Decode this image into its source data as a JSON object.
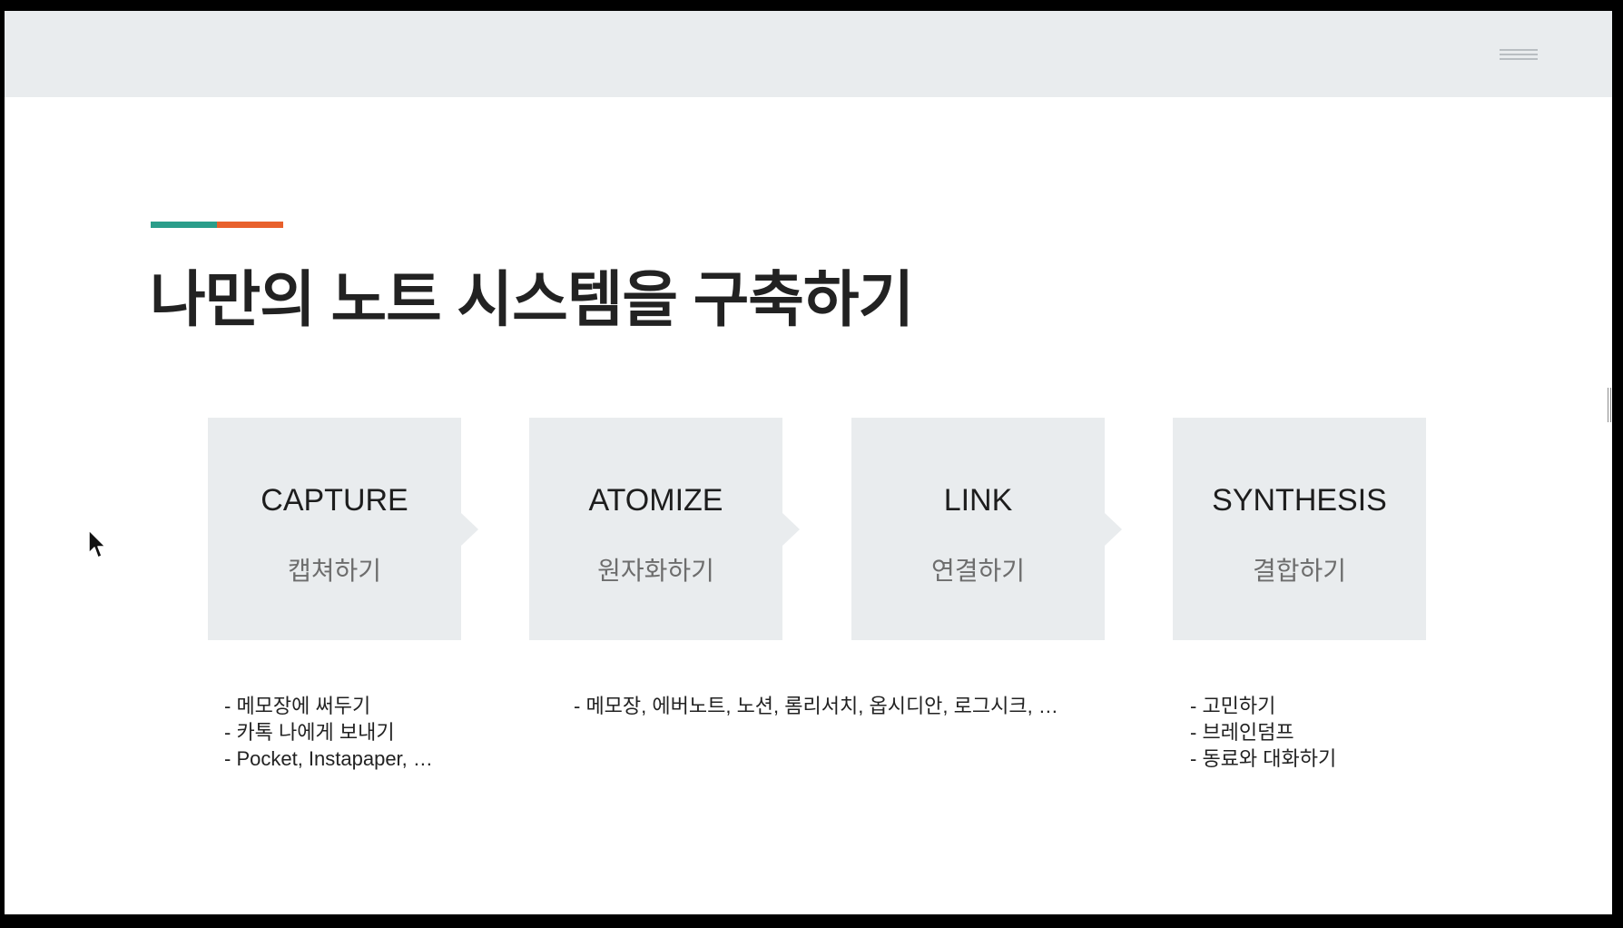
{
  "colors": {
    "accent_teal": "#2a9d8a",
    "accent_orange": "#e8602c",
    "topbar_bg": "#e9ecee",
    "step_bg": "#e9ecee"
  },
  "header": {
    "menu_icon": "hamburger-menu-icon"
  },
  "slide": {
    "title": "나만의 노트 시스템을 구축하기",
    "steps": [
      {
        "label": "CAPTURE",
        "sub": "캡쳐하기"
      },
      {
        "label": "ATOMIZE",
        "sub": "원자화하기"
      },
      {
        "label": "LINK",
        "sub": "연결하기"
      },
      {
        "label": "SYNTHESIS",
        "sub": "결합하기"
      }
    ],
    "notes": {
      "capture": [
        "- 메모장에 써두기",
        "- 카톡 나에게 보내기",
        "- Pocket, Instapaper, …"
      ],
      "atomize": [
        "- 메모장, 에버노트, 노션, 롬리서치, 옵시디안, 로그시크, …"
      ],
      "synthesis": [
        "- 고민하기",
        "- 브레인덤프",
        "- 동료와 대화하기"
      ]
    }
  }
}
